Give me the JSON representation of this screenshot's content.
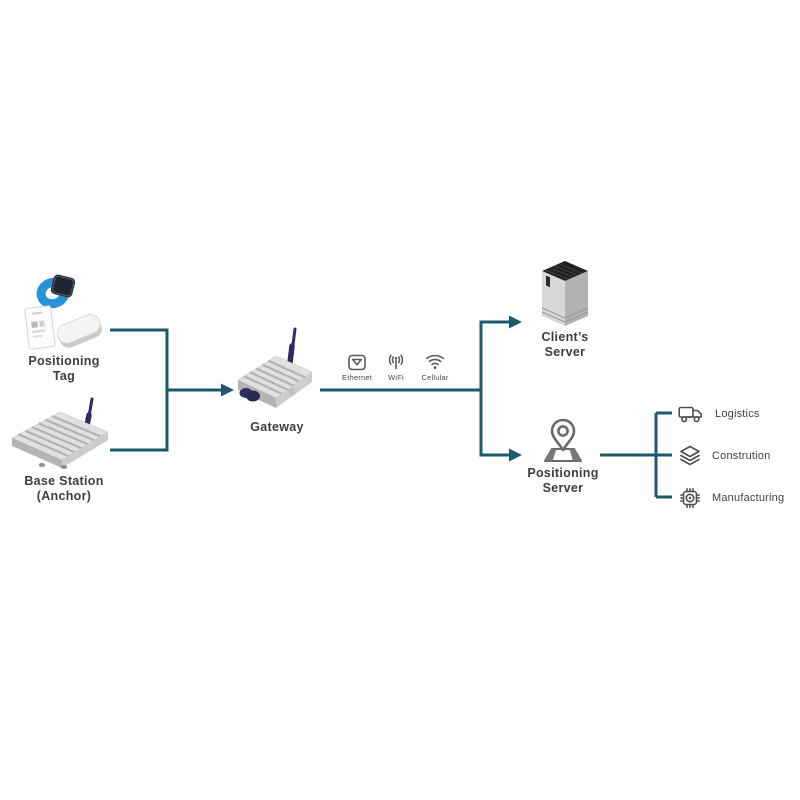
{
  "nodes": {
    "positioning_tag": {
      "line1": "Positioning",
      "line2": "Tag"
    },
    "base_station": {
      "line1": "Base Station",
      "line2": "(Anchor)"
    },
    "gateway": {
      "line1": "Gateway"
    },
    "clients_server": {
      "line1": "Client’s",
      "line2": "Server"
    },
    "positioning_server": {
      "line1": "Positioning",
      "line2": "Server"
    }
  },
  "transports": [
    {
      "label": "Ethernet",
      "icon": "ethernet-port-icon"
    },
    {
      "label": "WiFi",
      "icon": "wifi-antenna-icon"
    },
    {
      "label": "Cellular",
      "icon": "cellular-signal-icon"
    }
  ],
  "industries": [
    {
      "label": "Logistics",
      "icon": "truck-icon"
    },
    {
      "label": "Constrution",
      "icon": "layers-icon"
    },
    {
      "label": "Manufacturing",
      "icon": "chip-icon"
    }
  ],
  "colors": {
    "line_color": "#1c5a6e",
    "antenna_color": "#322a63",
    "watch_blue": "#2792d8",
    "text_color": "#3e3e3e",
    "icon_color": "#4f4f4f",
    "transport_icon_color": "#5a5a5a",
    "device_light": "#e0e0de",
    "device_mid": "#cdcdcb",
    "device_dark": "#b4b4b2",
    "server_top": "#212121"
  }
}
